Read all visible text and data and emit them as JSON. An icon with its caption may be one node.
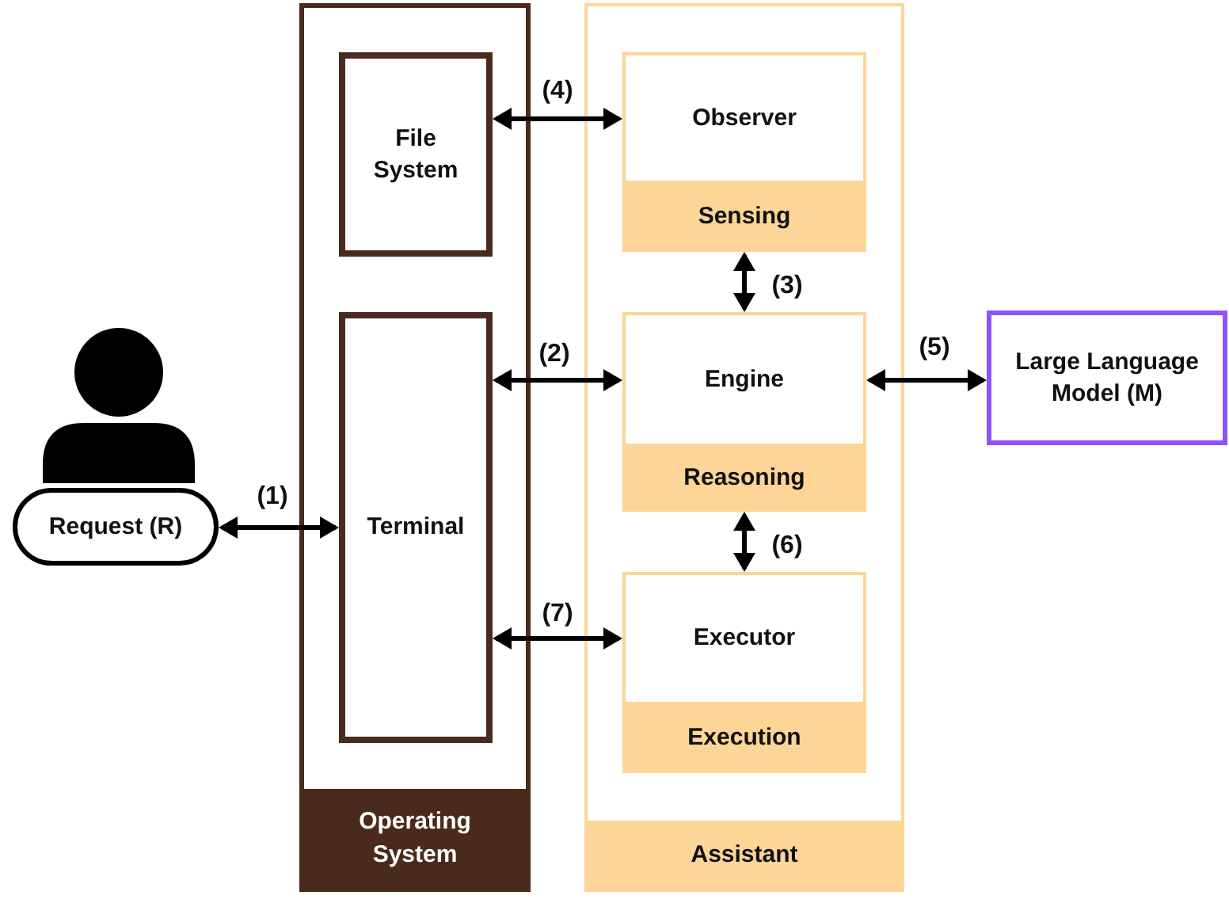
{
  "diagram": {
    "nodes": [
      {
        "text": [
          "Request (R)"
        ]
      },
      {
        "text": [
          "Operating System"
        ]
      },
      {
        "text": [
          "File System"
        ],
        "in": 1
      },
      {
        "text": [
          "Terminal"
        ],
        "in": 1
      },
      {
        "text": [
          "Assistant"
        ]
      },
      {
        "text": [
          "Observer",
          "Sensing"
        ],
        "in": 4
      },
      {
        "text": [
          "Engine",
          "Reasoning"
        ],
        "in": 4
      },
      {
        "text": [
          "Executor",
          "Execution"
        ],
        "in": 4
      },
      {
        "text": [
          "Large Language Model (M)"
        ]
      }
    ],
    "edges": [
      {
        "from": 0,
        "to": 3,
        "arrow": "both",
        "label": "(1)"
      },
      {
        "from": 3,
        "to": 6,
        "arrow": "both",
        "label": "(2)"
      },
      {
        "from": 5,
        "to": 6,
        "arrow": "both",
        "label": "(3)"
      },
      {
        "from": 2,
        "to": 5,
        "arrow": "both",
        "label": "(4)"
      },
      {
        "from": 6,
        "to": 8,
        "arrow": "both",
        "label": "(5)"
      },
      {
        "from": 6,
        "to": 7,
        "arrow": "both",
        "label": "(6)"
      },
      {
        "from": 3,
        "to": 7,
        "arrow": "both",
        "label": "(7)"
      }
    ]
  }
}
